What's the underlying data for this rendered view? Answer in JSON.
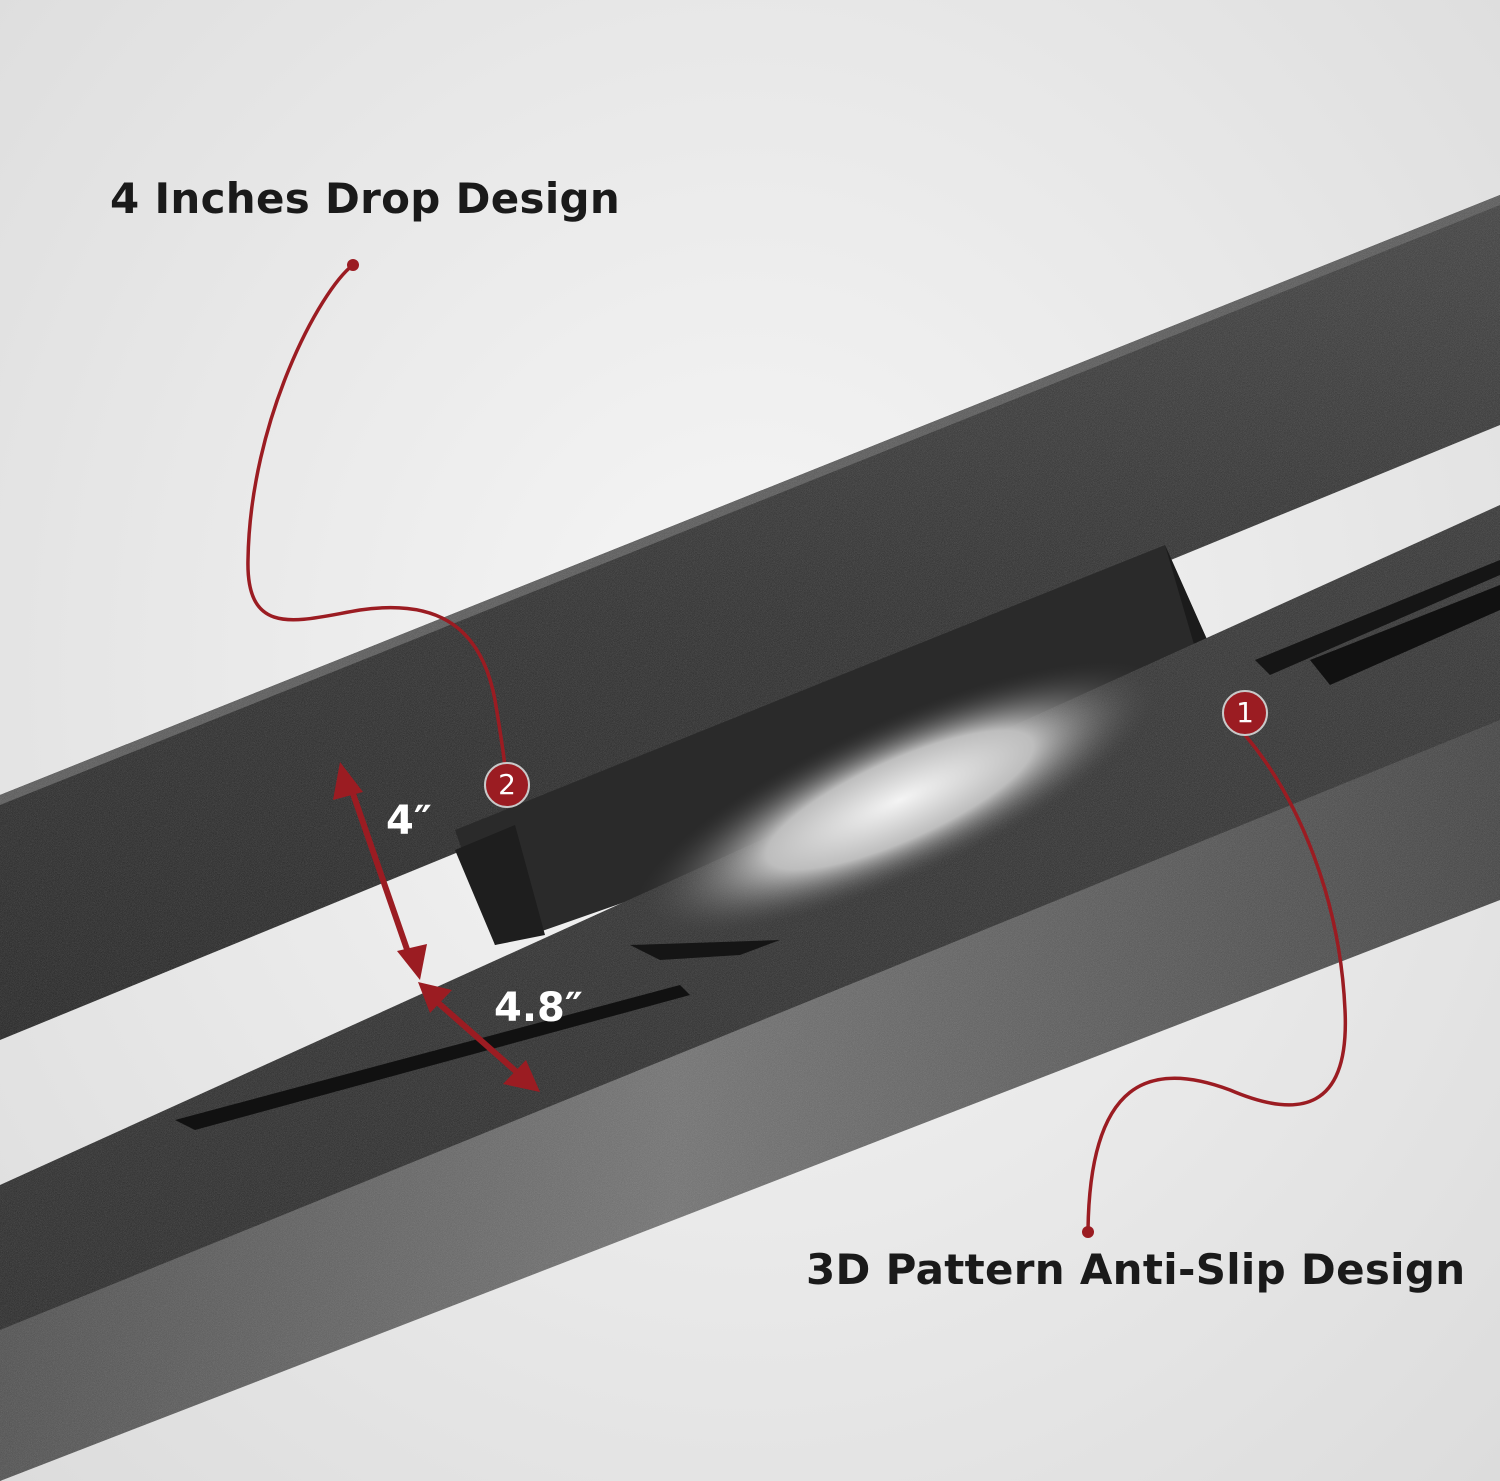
{
  "callouts": {
    "drop_design": {
      "number": "2",
      "title": "4 Inches Drop Design"
    },
    "anti_slip": {
      "number": "1",
      "title": "3D Pattern Anti-Slip Design"
    }
  },
  "dimensions": {
    "height": "4″",
    "width": "4.8″"
  },
  "colors": {
    "accent_red": "#9b1c22",
    "metal_dark": "#2b2b2b",
    "background": "#f2f2f2"
  }
}
